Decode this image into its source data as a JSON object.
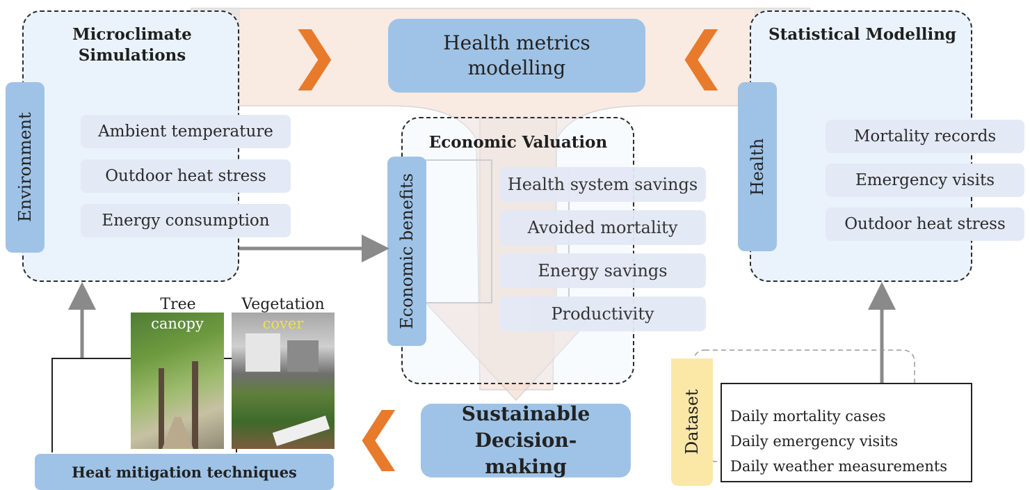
{
  "microclimate": {
    "title": "Microclimate Simulations",
    "side_label": "Environment",
    "items": [
      "Ambient temperature",
      "Outdoor heat stress",
      "Energy consumption"
    ]
  },
  "health_metrics": {
    "label": "Health metrics modelling"
  },
  "economic": {
    "title": "Economic Valuation",
    "side_label": "Economic benefits",
    "items": [
      "Health system savings",
      "Avoided mortality",
      "Energy savings",
      "Productivity"
    ]
  },
  "statistical": {
    "title": "Statistical Modelling",
    "side_label": "Health",
    "items": [
      "Mortality records",
      "Emergency visits",
      "Outdoor heat stress"
    ]
  },
  "mitigation": {
    "label": "Heat mitigation techniques",
    "photo1": {
      "label_top": "Tree",
      "label_bottom": "canopy"
    },
    "photo2": {
      "label_top": "Vegetation",
      "label_bottom": "cover"
    }
  },
  "decision": {
    "label": "Sustainable Decision-making"
  },
  "dataset": {
    "label": "Dataset",
    "items": [
      "Daily mortality cases",
      "Daily emergency visits",
      "Daily weather measurements"
    ]
  },
  "colors": {
    "accent_orange": "#e87a2b",
    "box_blue": "#9fc3e6",
    "pill_lavender": "#e3e9f5",
    "dataset_yellow": "#fbe7a6"
  }
}
